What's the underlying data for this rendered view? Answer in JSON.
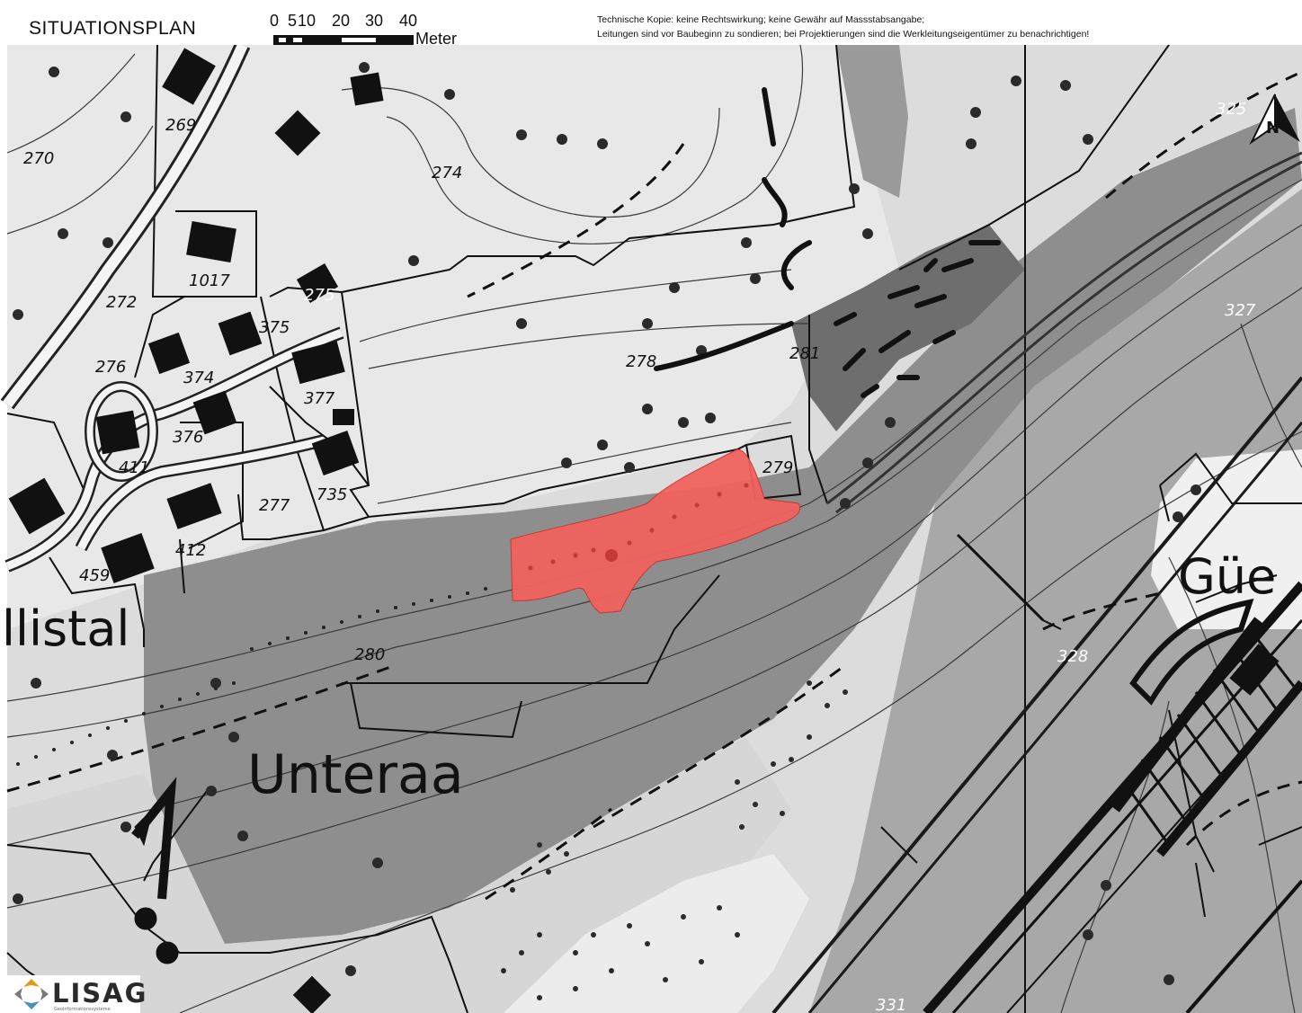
{
  "header": {
    "title": "SITUATIONSPLAN",
    "disclaimer_line1": "Technische Kopie: keine Rechtswirkung; keine Gewähr auf Massstabsangabe;",
    "disclaimer_line2": "Leitungen sind vor Baubeginn zu sondieren; bei Projektierungen sind die Werkleitungseigentümer zu benachrichtigen!"
  },
  "scale_bar": {
    "ticks": [
      "0",
      "5",
      "10",
      "20",
      "30",
      "40"
    ],
    "unit": "Meter"
  },
  "north_arrow": {
    "label": "N",
    "icon": "north-arrow-icon"
  },
  "parcels": [
    {
      "id": "269"
    },
    {
      "id": "270"
    },
    {
      "id": "274"
    },
    {
      "id": "1017"
    },
    {
      "id": "272"
    },
    {
      "id": "275"
    },
    {
      "id": "375"
    },
    {
      "id": "276"
    },
    {
      "id": "374"
    },
    {
      "id": "377"
    },
    {
      "id": "278"
    },
    {
      "id": "281"
    },
    {
      "id": "376"
    },
    {
      "id": "411"
    },
    {
      "id": "279"
    },
    {
      "id": "735"
    },
    {
      "id": "277"
    },
    {
      "id": "412"
    },
    {
      "id": "459"
    },
    {
      "id": "280"
    },
    {
      "id": "325"
    },
    {
      "id": "327"
    },
    {
      "id": "328"
    },
    {
      "id": "331"
    }
  ],
  "place_names": [
    {
      "name": "Unteraa"
    },
    {
      "name": "llistal"
    },
    {
      "name": "Güe"
    }
  ],
  "highlight": {
    "color": "#f0625e"
  },
  "logo": {
    "name": "LISAG",
    "tagline": "Geoinformationssysteme"
  }
}
